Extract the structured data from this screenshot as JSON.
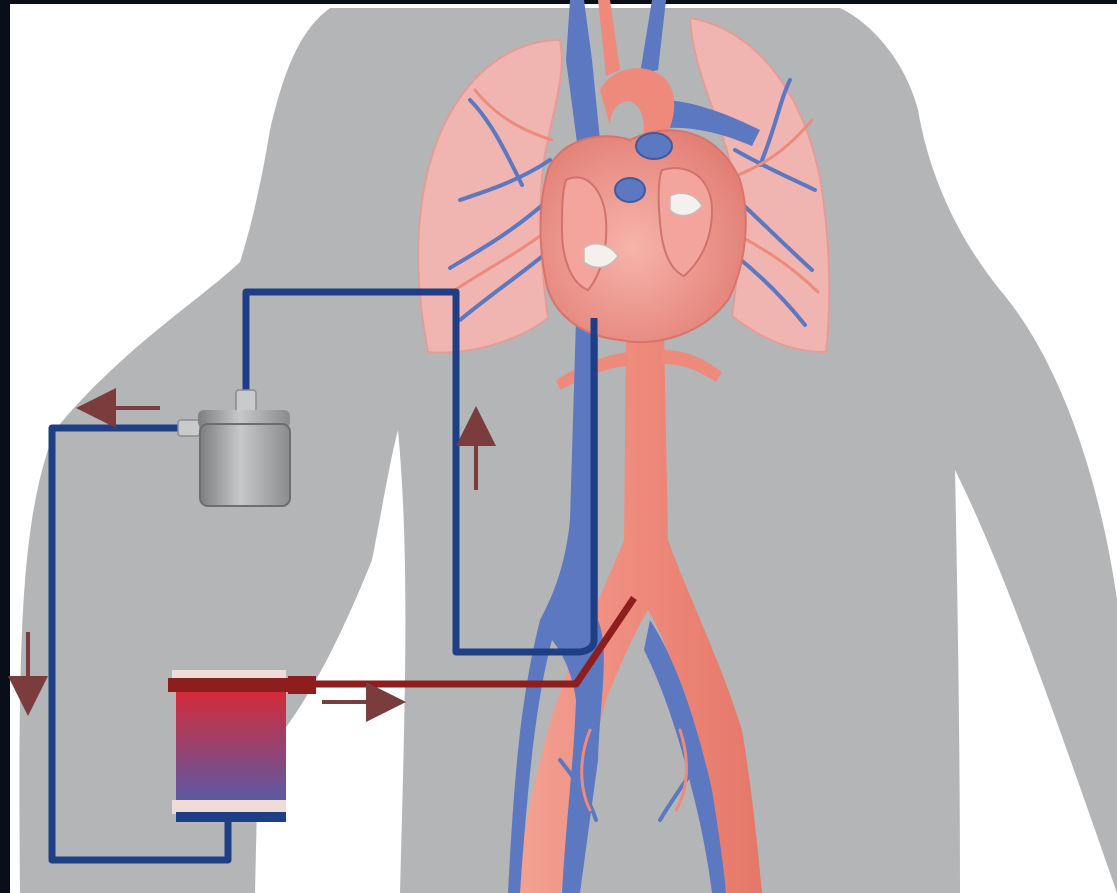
{
  "diagram": {
    "kind": "extracorporeal-circuit-illustration",
    "colors": {
      "page_background": "#ffffff",
      "frame": "#0a0e1a",
      "body_silhouette": "#b4b5b7",
      "lung": "#f0b5b0",
      "lung_outline": "#e49c97",
      "heart": "#e98e86",
      "artery": "#ee8a7c",
      "vein": "#5b78c0",
      "venous_tubing": "#1e3f86",
      "arterial_tubing": "#8e1d1d",
      "flow_arrow": "#7a3c3c",
      "pump_housing": "#9c9d9f",
      "oxygenator_top": "#d42a3a",
      "oxygenator_bottom": "#5a5aa4",
      "oxygenator_caps": "#efdcd8"
    },
    "components": [
      {
        "id": "pump",
        "icon": "centrifugal-pump-icon"
      },
      {
        "id": "oxygenator",
        "icon": "oxygenator-icon"
      },
      {
        "id": "venous-cannula",
        "icon": "venous-line"
      },
      {
        "id": "arterial-cannula",
        "icon": "arterial-line"
      }
    ],
    "flow_arrows": [
      {
        "id": "arrow-left",
        "direction": "left"
      },
      {
        "id": "arrow-up",
        "direction": "up"
      },
      {
        "id": "arrow-down",
        "direction": "down"
      },
      {
        "id": "arrow-right",
        "direction": "right"
      }
    ]
  }
}
